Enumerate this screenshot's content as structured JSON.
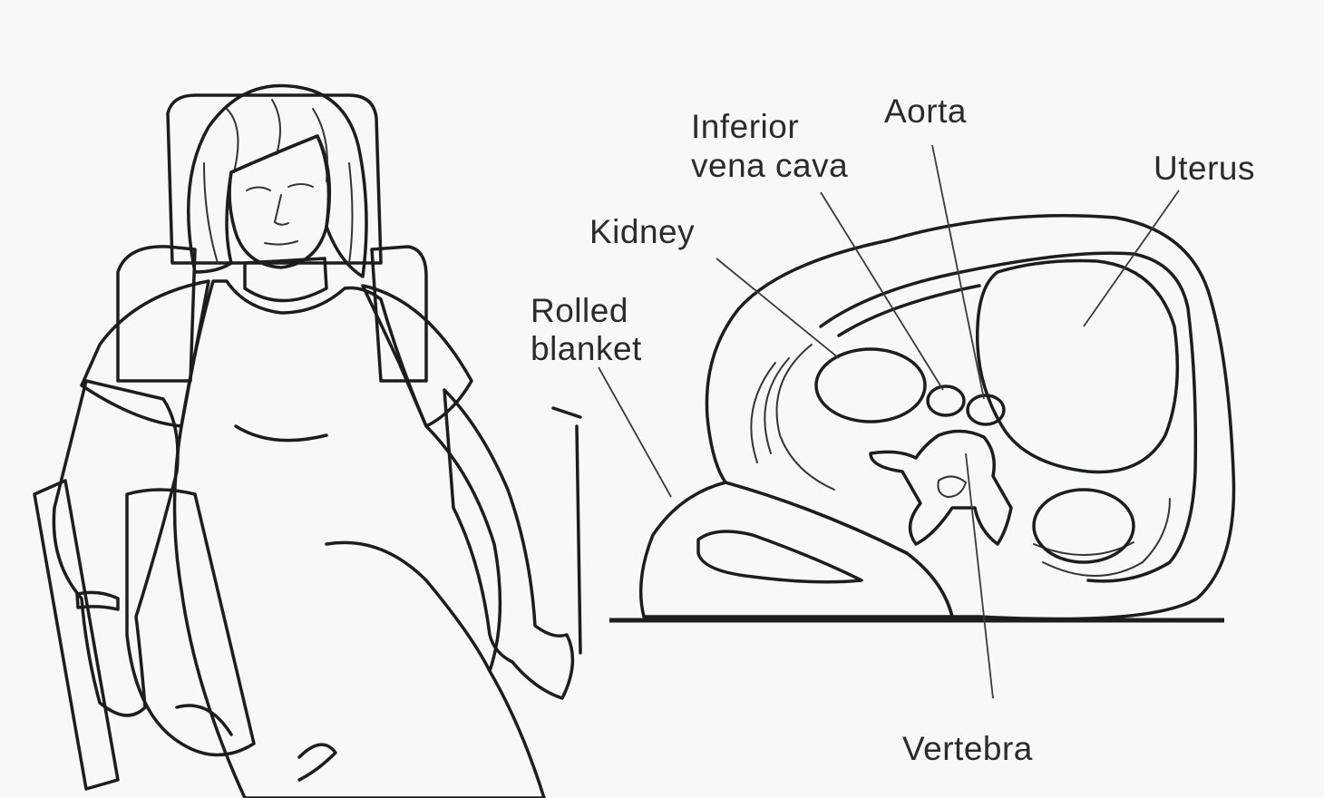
{
  "colors": {
    "background": "#f7f9f8",
    "dress": "#f3ef9e",
    "blanket": "#5d8ac6",
    "blanket_dark": "#3f6fb0",
    "uterus": "#f6d3dd",
    "kidney": "#eeb088",
    "aorta": "#e1864e",
    "vena_cava": "#ffffff",
    "ink": "#1d1d1d"
  },
  "labels": {
    "inferior_vena_cava_line1": "Inferior",
    "inferior_vena_cava_line2": "vena cava",
    "aorta": "Aorta",
    "uterus": "Uterus",
    "kidney": "Kidney",
    "rolled_blanket_line1": "Rolled",
    "rolled_blanket_line2": "blanket",
    "vertebra": "Vertebra"
  },
  "icons": {
    "left_panel": "pregnant-woman-reclining-figure",
    "right_panel": "abdomen-cross-section"
  }
}
